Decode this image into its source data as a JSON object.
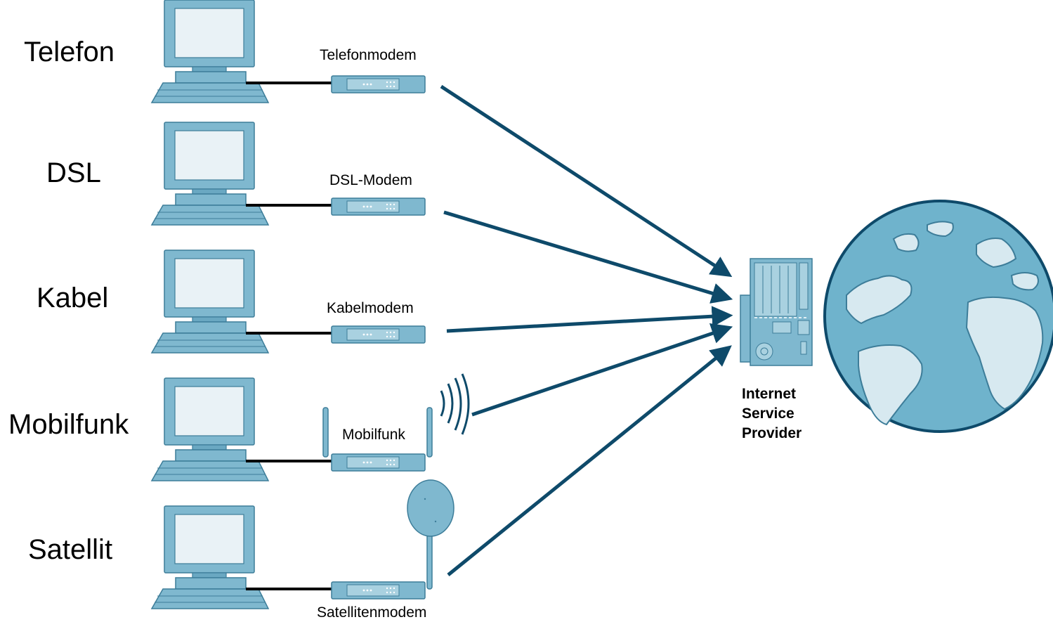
{
  "connections": [
    {
      "type_label": "Telefon",
      "device_label": "Telefonmodem"
    },
    {
      "type_label": "DSL",
      "device_label": "DSL-Modem"
    },
    {
      "type_label": "Kabel",
      "device_label": "Kabelmodem"
    },
    {
      "type_label": "Mobilfunk",
      "device_label": "Mobilfunk"
    },
    {
      "type_label": "Satellit",
      "device_label": "Satellitenmodem"
    }
  ],
  "isp": {
    "line1": "Internet",
    "line2": "Service",
    "line3": "Provider"
  },
  "colors": {
    "device_fill": "#7fb8cf",
    "device_stroke": "#3d7d99",
    "arrow": "#0e4a6a",
    "cable": "#000000"
  },
  "icons": [
    "computer-icon",
    "modem-icon",
    "antenna-icon",
    "satellite-dish-icon",
    "server-icon",
    "globe-icon"
  ]
}
